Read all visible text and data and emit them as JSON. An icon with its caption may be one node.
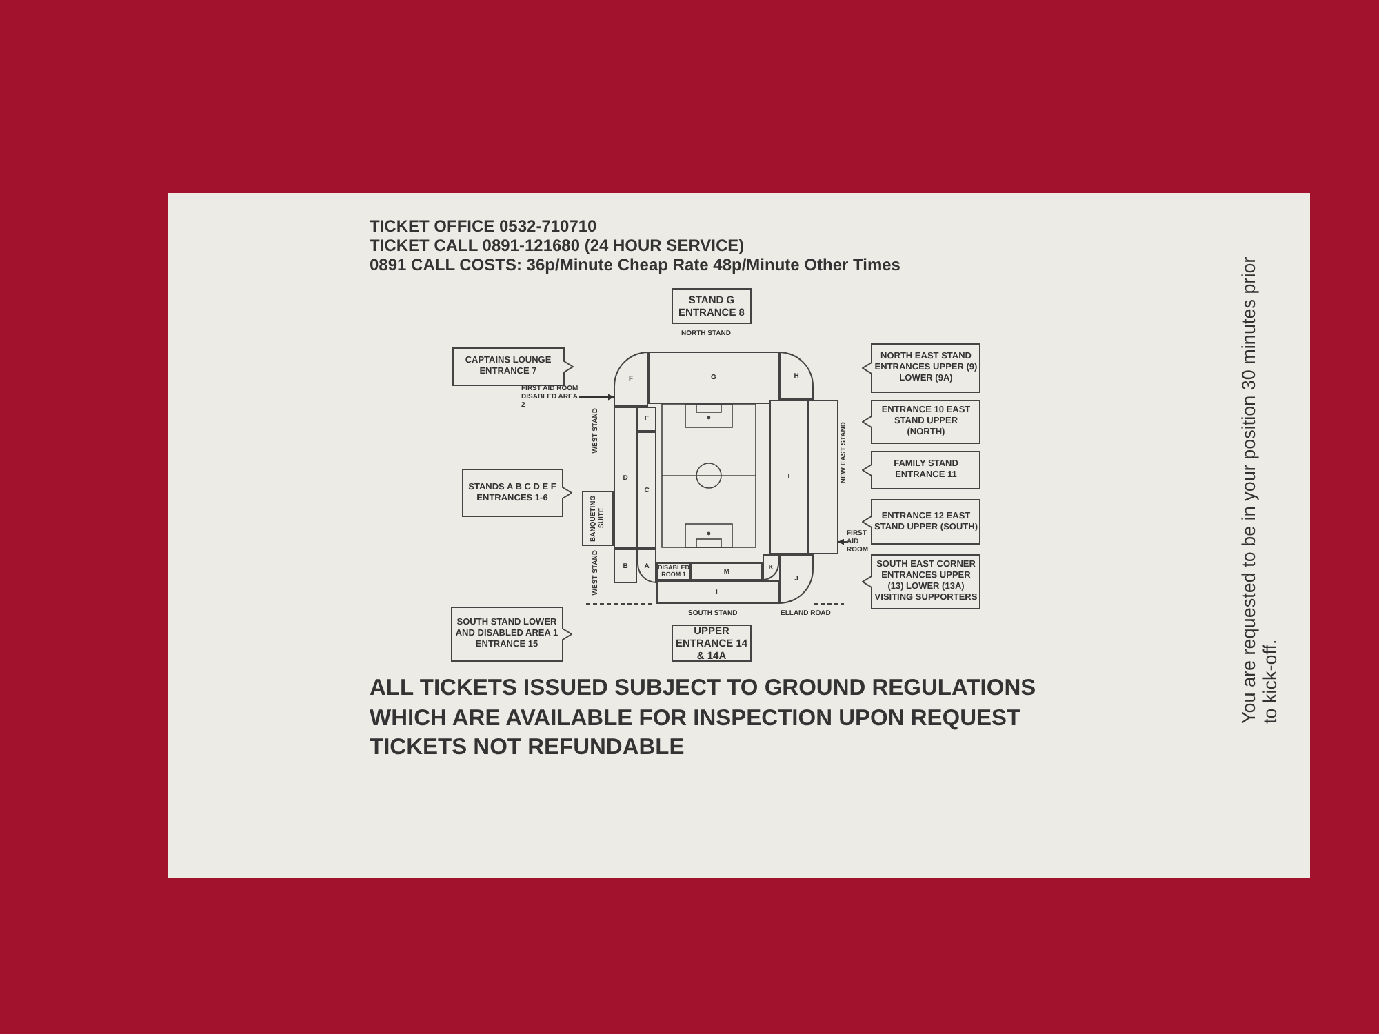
{
  "diagram": {
    "nodes": [
      {
        "text": [
          "STAND G ENTRANCE 8"
        ]
      },
      {
        "text": [
          "CAPTAINS LOUNGE ENTRANCE 7"
        ]
      },
      {
        "text": [
          "NORTH EAST STAND ENTRANCES UPPER (9) LOWER (9A)"
        ]
      },
      {
        "text": [
          "G"
        ]
      },
      {
        "text": [
          "H"
        ]
      },
      {
        "text": [
          "FIRST AID ROOM DISABLED AREA 2"
        ]
      },
      {
        "text": [
          "F"
        ]
      },
      {
        "text": [
          "E"
        ]
      },
      {
        "text": [
          "ENTRANCE 10 EAST STAND UPPER (NORTH)"
        ]
      },
      {
        "text": [
          "D"
        ]
      },
      {
        "text": [
          "C"
        ]
      },
      {
        "text": [
          "I"
        ]
      },
      {
        "text": [],
        "shape": "box"
      },
      {
        "text": [
          "FAMILY STAND ENTRANCE 11"
        ]
      },
      {
        "text": [
          "STANDS A B C D E F ENTRANCES 1-6"
        ]
      },
      {
        "text": [
          "BANQUETING SUITE"
        ]
      },
      {
        "text": [
          "ENTRANCE 12 EAST STAND UPPER (SOUTH)"
        ]
      },
      {
        "text": [
          "FIRST AID ROOM"
        ]
      },
      {
        "text": [
          "B"
        ]
      },
      {
        "text": [
          "A"
        ]
      },
      {
        "text": [
          "DISABLED ROOM 1"
        ]
      },
      {
        "text": [
          "M"
        ]
      },
      {
        "text": [
          "K"
        ]
      },
      {
        "text": [
          "SOUTH EAST CORNER ENTRANCES UPPER (13) LOWER (13A) VISITING SUPPORTERS"
        ]
      },
      {
        "text": [
          "L"
        ]
      },
      {
        "text": [
          "J"
        ]
      },
      {
        "text": [
          "SOUTH STAND LOWER AND DISABLED AREA 1 ENTRANCE 15"
        ]
      },
      {
        "text": [
          "UPPER ENTRANCE 14 & 14A"
        ]
      }
    ],
    "edges": [
      {
        "from": 5,
        "to": 6,
        "arrow": "to"
      },
      {
        "from": 17,
        "to": 12,
        "arrow": "to"
      }
    ],
    "labels": [
      "TICKET OFFICE 0532-710710",
      "TICKET CALL 0891-121680 (24 HOUR SERVICE)",
      "0891 CALL COSTS: 36p/Minute Cheap Rate  48p/Minute Other Times",
      "NORTH STAND",
      "WEST STAND",
      "NEW EAST STAND",
      "WEST STAND",
      "SOUTH STAND",
      "ELLAND ROAD",
      "ALL TICKETS ISSUED SUBJECT TO GROUND REGULATIONS",
      "WHICH ARE AVAILABLE FOR INSPECTION UPON REQUEST",
      "TICKETS NOT REFUNDABLE",
      "You are requested to be in your position 30 minutes prior to kick-off."
    ]
  }
}
